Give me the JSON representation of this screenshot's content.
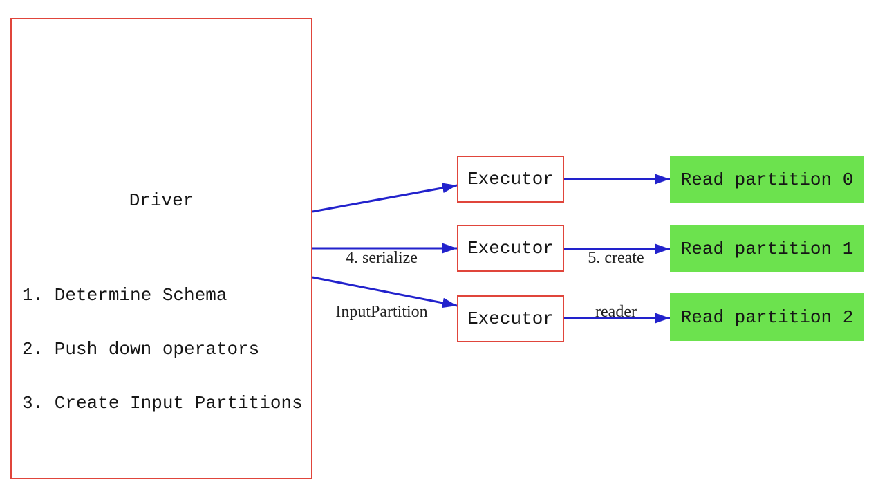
{
  "colors": {
    "box_border_red": "#e0453b",
    "arrow_blue": "#2222cc",
    "partition_green": "#6ce24e",
    "text_black": "#161616"
  },
  "driver": {
    "title": "Driver",
    "steps": [
      "1. Determine Schema",
      "2. Push down operators",
      "3. Create Input Partitions"
    ]
  },
  "executors": [
    {
      "label": "Executor"
    },
    {
      "label": "Executor"
    },
    {
      "label": "Executor"
    }
  ],
  "partitions": [
    {
      "label": "Read partition 0"
    },
    {
      "label": "Read partition 1"
    },
    {
      "label": "Read partition 2"
    }
  ],
  "edge_labels": {
    "serialize": {
      "line1": "4. serialize",
      "line2": "InputPartition"
    },
    "create_reader": {
      "line1": "5. create",
      "line2": "reader"
    }
  }
}
